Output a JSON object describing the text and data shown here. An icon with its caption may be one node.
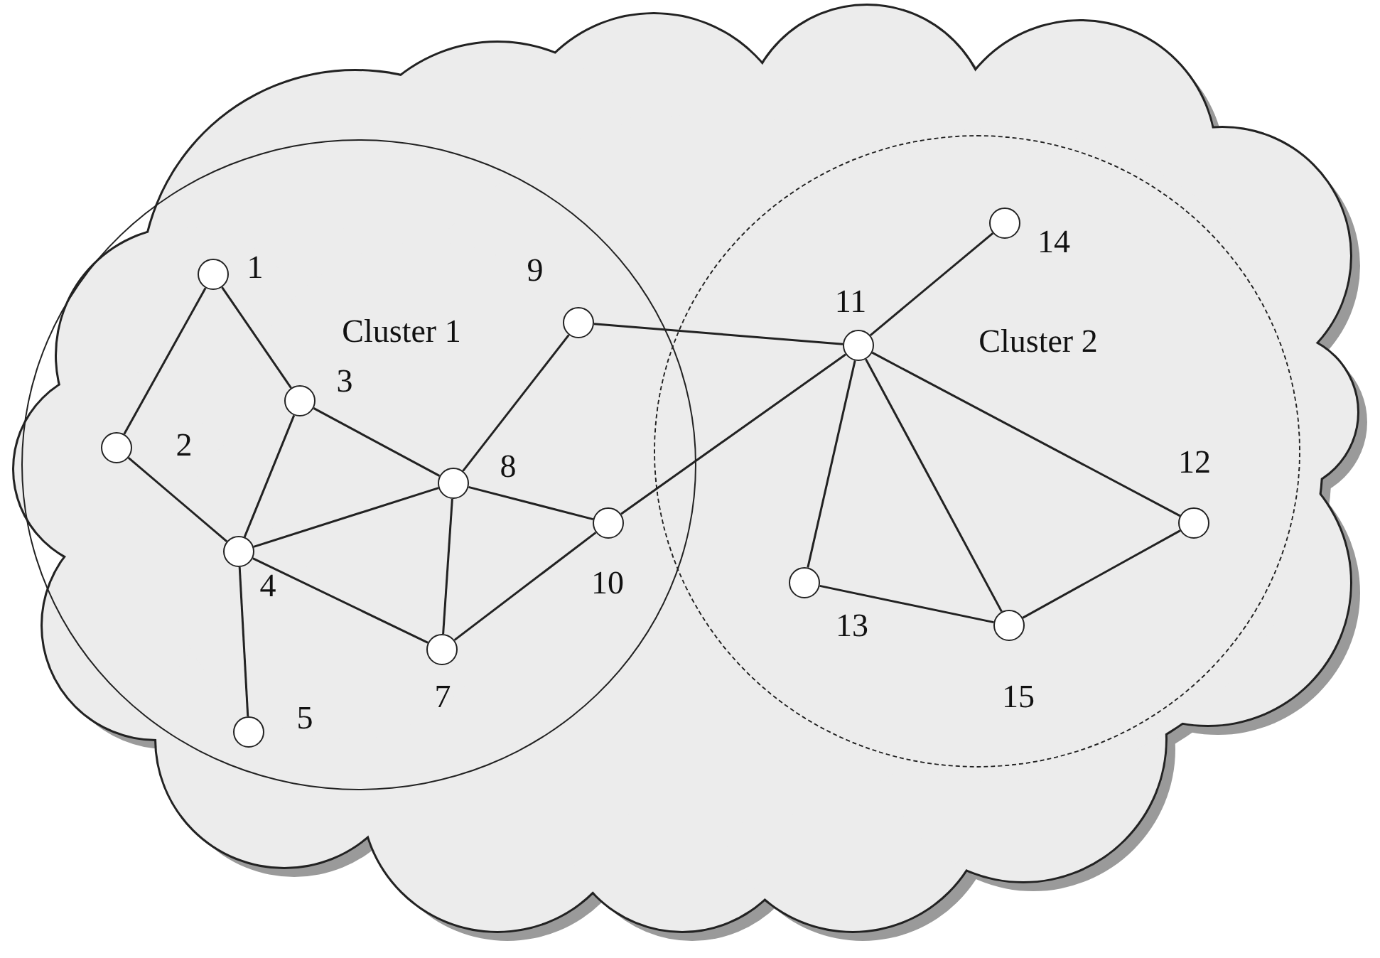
{
  "diagram": {
    "nodes": [
      {
        "text": [
          "Cluster 1"
        ]
      },
      {
        "text": [],
        "shape": "circle",
        "beside": [
          "1"
        ],
        "in": 0
      },
      {
        "text": [],
        "shape": "circle",
        "beside": [
          "2"
        ],
        "in": 0
      },
      {
        "text": [],
        "shape": "circle",
        "beside": [
          "3"
        ],
        "in": 0
      },
      {
        "text": [],
        "shape": "circle",
        "beside": [
          "4"
        ],
        "in": 0
      },
      {
        "text": [],
        "shape": "circle",
        "beside": [
          "5"
        ],
        "in": 0
      },
      {
        "text": [],
        "shape": "circle",
        "beside": [
          "7"
        ],
        "in": 0
      },
      {
        "text": [],
        "shape": "circle",
        "beside": [
          "8"
        ],
        "in": 0
      },
      {
        "text": [],
        "shape": "circle",
        "beside": [
          "9"
        ],
        "in": 0
      },
      {
        "text": [],
        "shape": "circle",
        "beside": [
          "10"
        ],
        "in": 0
      },
      {
        "text": [
          "Cluster 2"
        ]
      },
      {
        "text": [],
        "shape": "circle",
        "beside": [
          "11"
        ],
        "in": 10
      },
      {
        "text": [],
        "shape": "circle",
        "beside": [
          "12"
        ],
        "in": 10
      },
      {
        "text": [],
        "shape": "circle",
        "beside": [
          "13"
        ],
        "in": 10
      },
      {
        "text": [],
        "shape": "circle",
        "beside": [
          "14"
        ],
        "in": 10
      },
      {
        "text": [],
        "shape": "circle",
        "beside": [
          "15"
        ],
        "in": 10
      }
    ],
    "edges": [
      {
        "from": 1,
        "to": 2,
        "arrow": "none"
      },
      {
        "from": 1,
        "to": 3,
        "arrow": "none"
      },
      {
        "from": 2,
        "to": 4,
        "arrow": "none"
      },
      {
        "from": 3,
        "to": 4,
        "arrow": "none"
      },
      {
        "from": 3,
        "to": 7,
        "arrow": "none"
      },
      {
        "from": 4,
        "to": 7,
        "arrow": "none"
      },
      {
        "from": 4,
        "to": 6,
        "arrow": "none"
      },
      {
        "from": 4,
        "to": 5,
        "arrow": "none"
      },
      {
        "from": 7,
        "to": 6,
        "arrow": "none"
      },
      {
        "from": 7,
        "to": 8,
        "arrow": "none"
      },
      {
        "from": 7,
        "to": 9,
        "arrow": "none"
      },
      {
        "from": 6,
        "to": 9,
        "arrow": "none"
      },
      {
        "from": 8,
        "to": 11,
        "arrow": "none"
      },
      {
        "from": 9,
        "to": 11,
        "arrow": "none"
      },
      {
        "from": 11,
        "to": 14,
        "arrow": "none"
      },
      {
        "from": 11,
        "to": 13,
        "arrow": "none"
      },
      {
        "from": 11,
        "to": 15,
        "arrow": "none"
      },
      {
        "from": 11,
        "to": 12,
        "arrow": "none"
      },
      {
        "from": 13,
        "to": 15,
        "arrow": "none"
      },
      {
        "from": 15,
        "to": 12,
        "arrow": "none"
      }
    ]
  }
}
